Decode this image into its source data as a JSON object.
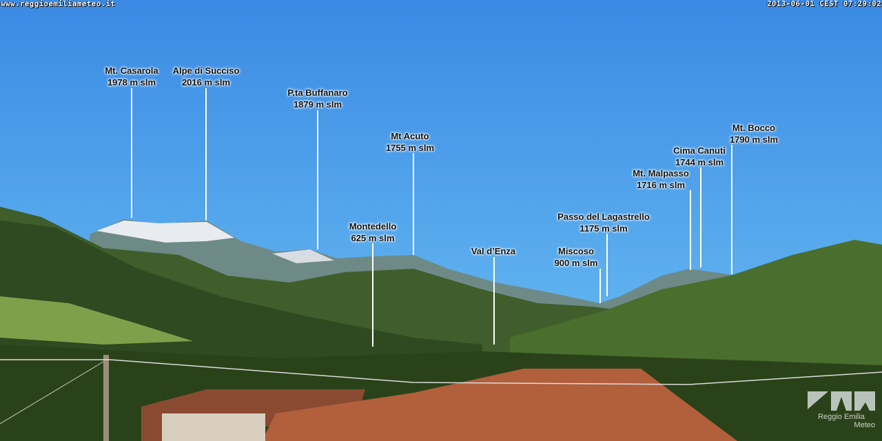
{
  "overlay": {
    "site": "www.reggioemiliameteo.it",
    "timestamp": "2013-06-01 CEST 07:29:02"
  },
  "peaks": [
    {
      "name": "Mt. Casarola",
      "alt": "1978 m slm"
    },
    {
      "name": "Alpe di Succiso",
      "alt": "2016 m slm"
    },
    {
      "name": "P.ta Buffanaro",
      "alt": "1879 m slm"
    },
    {
      "name": "Mt Acuto",
      "alt": "1755 m slm"
    },
    {
      "name": "Montedello",
      "alt": "625 m slm"
    },
    {
      "name": "Val d’Enza",
      "alt": ""
    },
    {
      "name": "Passo del Lagastrello",
      "alt": "1175 m slm"
    },
    {
      "name": "Miscoso",
      "alt": "900 m slm"
    },
    {
      "name": "Mt. Malpasso",
      "alt": "1716 m slm"
    },
    {
      "name": "Cima Canuti",
      "alt": "1744 m slm"
    },
    {
      "name": "Mt. Bocco",
      "alt": "1790 m slm"
    }
  ],
  "watermark": {
    "line1": "Reggio Emilia",
    "line2": "Meteo"
  }
}
